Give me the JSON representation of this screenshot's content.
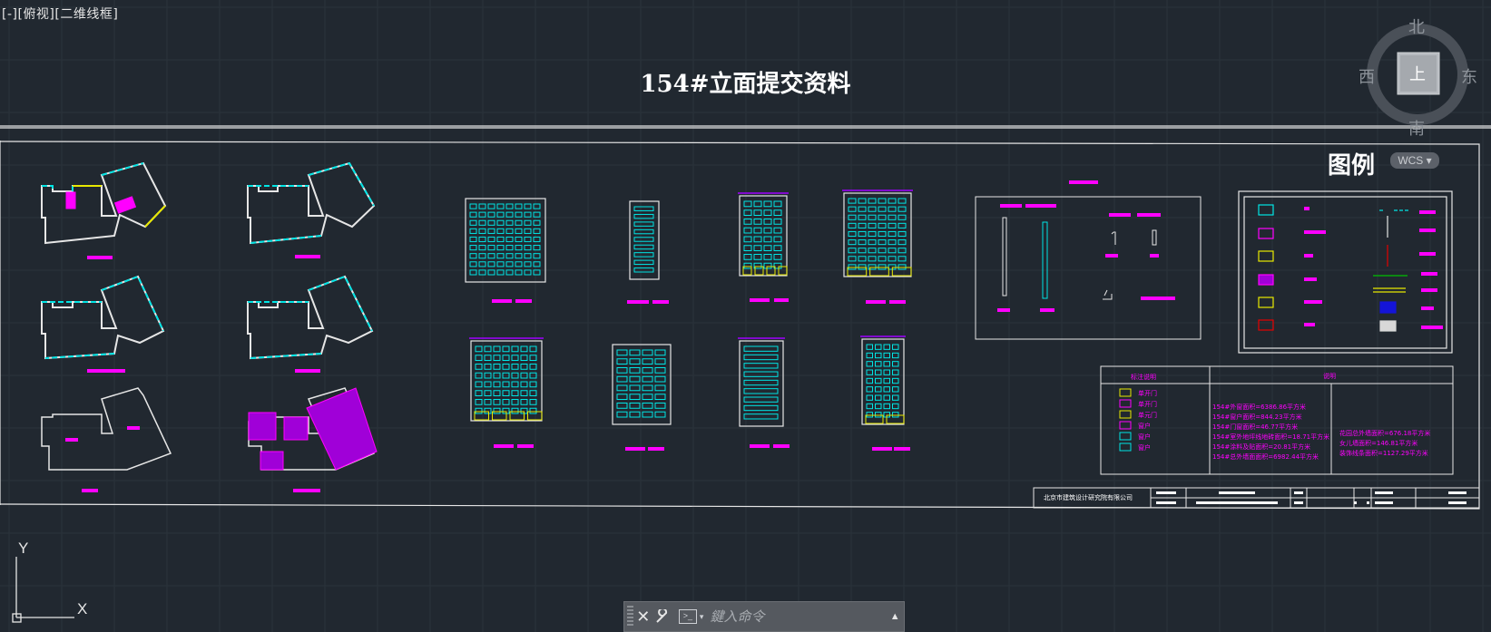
{
  "viewport": {
    "label": "[-][俯视][二维线框]"
  },
  "drawing": {
    "title": "154#立面提交资料"
  },
  "legend": {
    "title": "图例"
  },
  "ucs": {
    "label": "WCS"
  },
  "viewcube": {
    "north": "北",
    "south": "南",
    "east": "东",
    "west": "西",
    "face": "上"
  },
  "axes": {
    "y": "Y",
    "x": "X"
  },
  "command": {
    "placeholder": "鍵入命令"
  },
  "table": {
    "header_left": "标注说明",
    "header_right": "说明",
    "left_items": [
      "单开门",
      "单开门",
      "单元门",
      "窗户",
      "窗户",
      "窗户"
    ],
    "right_col1": [
      "154#外窗面积=6386.86平方米",
      "154#窗户面积=844.23平方米",
      "154#门窗面积=46.77平方米",
      "154#室外地坪线地砖面积=18.71平方米",
      "154#涂料及贴面积=20.81平方米",
      "154#总外墙面面积=6982.44平方米"
    ],
    "right_col2": [
      "花园总外墙面积=676.18平方米",
      "女儿墙面积=146.81平方米",
      "装饰线条面积=1127.29平方米"
    ]
  },
  "title_block": {
    "company": "北京市建筑设计研究院有限公司"
  },
  "colors": {
    "background": "#212830",
    "grid": "#2c343c",
    "cyan": "#00e5e5",
    "magenta": "#ff00ff",
    "yellow": "#e8e800"
  }
}
